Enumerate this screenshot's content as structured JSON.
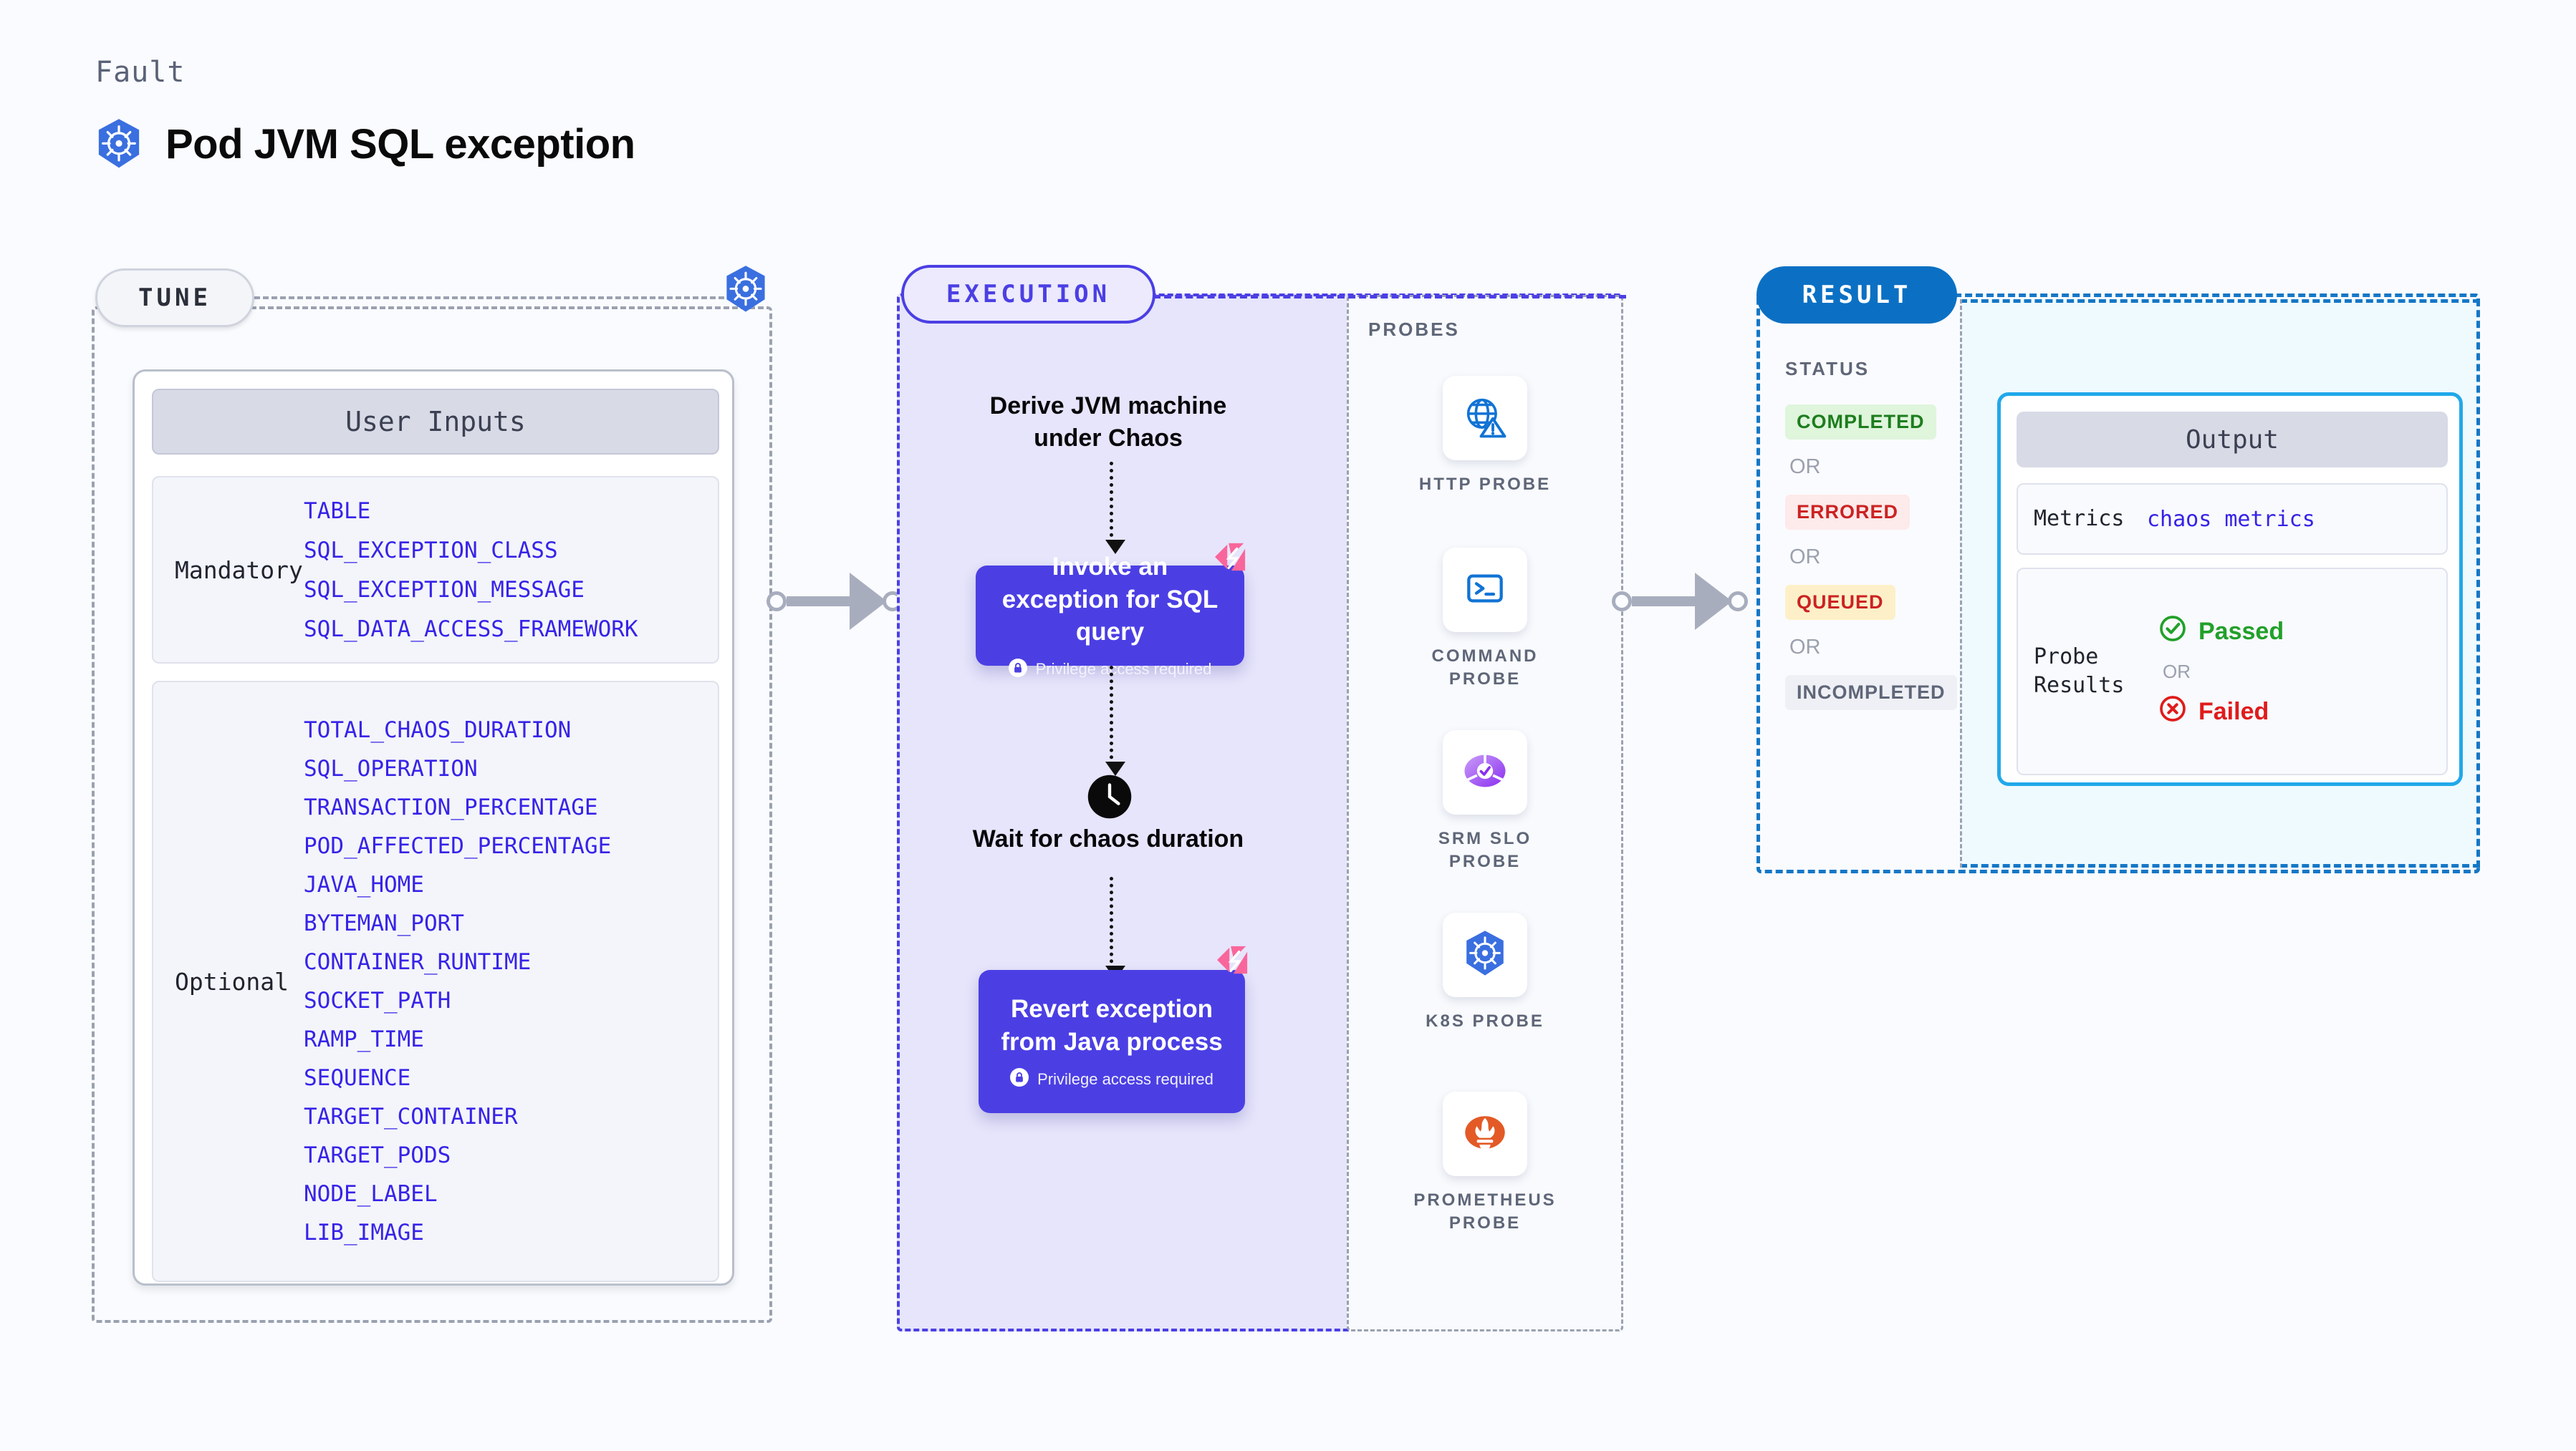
{
  "header": {
    "eyebrow": "Fault",
    "title": "Pod JVM SQL exception",
    "icon": "kubernetes-icon"
  },
  "tune": {
    "tag": "TUNE",
    "badge_icon": "kubernetes-icon",
    "card_title": "User Inputs",
    "groups": [
      {
        "label": "Mandatory",
        "params": [
          "TABLE",
          "SQL_EXCEPTION_CLASS",
          "SQL_EXCEPTION_MESSAGE",
          "SQL_DATA_ACCESS_FRAMEWORK"
        ]
      },
      {
        "label": "Optional",
        "params": [
          "TOTAL_CHAOS_DURATION",
          "SQL_OPERATION",
          "TRANSACTION_PERCENTAGE",
          "POD_AFFECTED_PERCENTAGE",
          "JAVA_HOME",
          "BYTEMAN_PORT",
          "CONTAINER_RUNTIME",
          "SOCKET_PATH",
          "RAMP_TIME",
          "SEQUENCE",
          "TARGET_CONTAINER",
          "TARGET_PODS",
          "NODE_LABEL",
          "LIB_IMAGE"
        ]
      }
    ]
  },
  "execution": {
    "tag": "EXECUTION",
    "step_derive": "Derive JVM machine under Chaos",
    "card_invoke": {
      "title": "Invoke an exception for SQL query",
      "privilege": "Privilege access required",
      "icon": "lock-icon",
      "mark": "chaos-icon"
    },
    "step_wait": "Wait for chaos duration",
    "wait_icon": "clock-icon",
    "card_revert": {
      "title": "Revert exception from Java process",
      "privilege": "Privilege access required",
      "icon": "lock-icon",
      "mark": "chaos-icon"
    }
  },
  "probes": {
    "title": "PROBES",
    "items": [
      {
        "label": "HTTP PROBE",
        "icon": "globe-warning-icon"
      },
      {
        "label": "COMMAND\nPROBE",
        "icon": "terminal-icon"
      },
      {
        "label": "SRM SLO\nPROBE",
        "icon": "srm-slo-icon"
      },
      {
        "label": "K8S PROBE",
        "icon": "kubernetes-icon"
      },
      {
        "label": "PROMETHEUS\nPROBE",
        "icon": "prometheus-icon"
      }
    ]
  },
  "result": {
    "tag": "RESULT",
    "status_heading": "STATUS",
    "or_label": "OR",
    "statuses": [
      {
        "label": "COMPLETED",
        "bg": "#dff5dc",
        "fg": "#1d7d1d"
      },
      {
        "label": "ERRORED",
        "bg": "#fdeaea",
        "fg": "#cc2222"
      },
      {
        "label": "QUEUED",
        "bg": "#fdf0c9",
        "fg": "#cc2222"
      },
      {
        "label": "INCOMPLETED",
        "bg": "#eef0f5",
        "fg": "#5f6678"
      }
    ],
    "output": {
      "title": "Output",
      "metrics_label": "Metrics",
      "metrics_value": "chaos metrics",
      "probe_results_label": "Probe\nResults",
      "passed": "Passed",
      "failed": "Failed",
      "or_label": "OR",
      "passed_icon": "check-circle-icon",
      "failed_icon": "x-circle-icon"
    }
  },
  "colors": {
    "accent_violet": "#4b3fe4",
    "accent_blue": "#0b70c4",
    "param_blue": "#3723e8",
    "chaos_pink": "#f9669b",
    "canvas": "#fafbfe"
  }
}
